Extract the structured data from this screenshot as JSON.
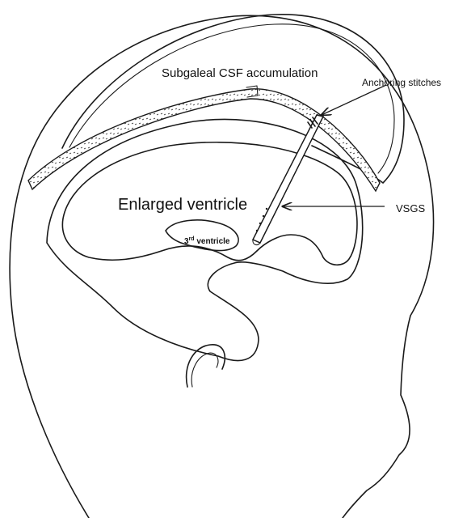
{
  "labels": {
    "subgaleal": "Subgaleal CSF accumulation",
    "anchoring": "Anchoring stitches",
    "ventricle": "Enlarged ventricle",
    "vsgs": "VSGS",
    "third_ventricle_num": "3",
    "third_ventricle_sup": "rd",
    "third_ventricle_word": " ventricle"
  },
  "colors": {
    "ink": "#1a1a1a",
    "background": "#ffffff"
  }
}
